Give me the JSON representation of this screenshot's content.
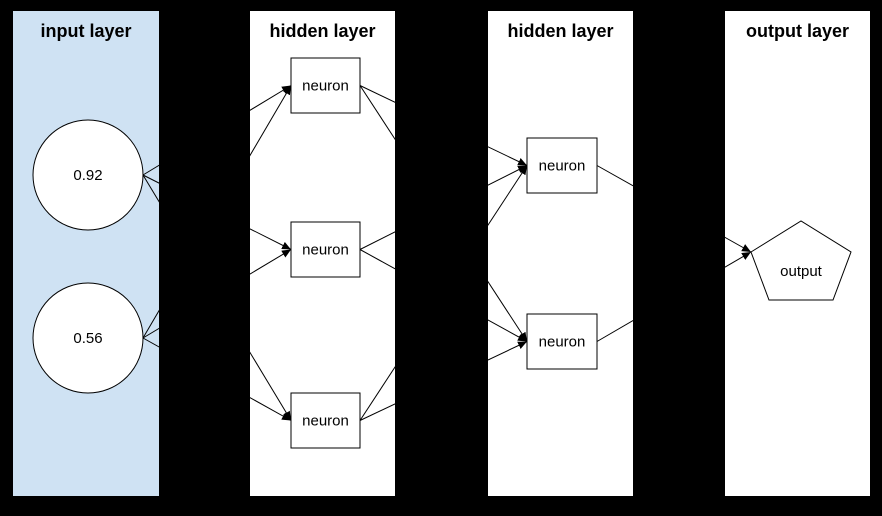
{
  "canvas": {
    "background": "#000000",
    "edge_color": "#000000",
    "text_color": "#000000"
  },
  "layers": [
    {
      "id": "input",
      "title": "input layer",
      "panel_fill": "#cfe2f3",
      "nodes": [
        {
          "id": "input-1",
          "shape": "circle",
          "label": "0.92"
        },
        {
          "id": "input-2",
          "shape": "circle",
          "label": "0.56"
        }
      ]
    },
    {
      "id": "hidden-1",
      "title": "hidden layer",
      "panel_fill": "#ffffff",
      "nodes": [
        {
          "id": "h1-1",
          "shape": "rect",
          "label": "neuron"
        },
        {
          "id": "h1-2",
          "shape": "rect",
          "label": "neuron"
        },
        {
          "id": "h1-3",
          "shape": "rect",
          "label": "neuron"
        }
      ]
    },
    {
      "id": "hidden-2",
      "title": "hidden layer",
      "panel_fill": "#ffffff",
      "nodes": [
        {
          "id": "h2-1",
          "shape": "rect",
          "label": "neuron"
        },
        {
          "id": "h2-2",
          "shape": "rect",
          "label": "neuron"
        }
      ]
    },
    {
      "id": "output",
      "title": "output layer",
      "panel_fill": "#ffffff",
      "nodes": [
        {
          "id": "out-1",
          "shape": "pentagon",
          "label": "output"
        }
      ]
    }
  ],
  "connections": [
    {
      "from": "input-1",
      "to": "h1-1"
    },
    {
      "from": "input-1",
      "to": "h1-2"
    },
    {
      "from": "input-1",
      "to": "h1-3"
    },
    {
      "from": "input-2",
      "to": "h1-1"
    },
    {
      "from": "input-2",
      "to": "h1-2"
    },
    {
      "from": "input-2",
      "to": "h1-3"
    },
    {
      "from": "h1-1",
      "to": "h2-1"
    },
    {
      "from": "h1-1",
      "to": "h2-2"
    },
    {
      "from": "h1-2",
      "to": "h2-1"
    },
    {
      "from": "h1-2",
      "to": "h2-2"
    },
    {
      "from": "h1-3",
      "to": "h2-1"
    },
    {
      "from": "h1-3",
      "to": "h2-2"
    },
    {
      "from": "h2-1",
      "to": "out-1"
    },
    {
      "from": "h2-2",
      "to": "out-1"
    }
  ]
}
